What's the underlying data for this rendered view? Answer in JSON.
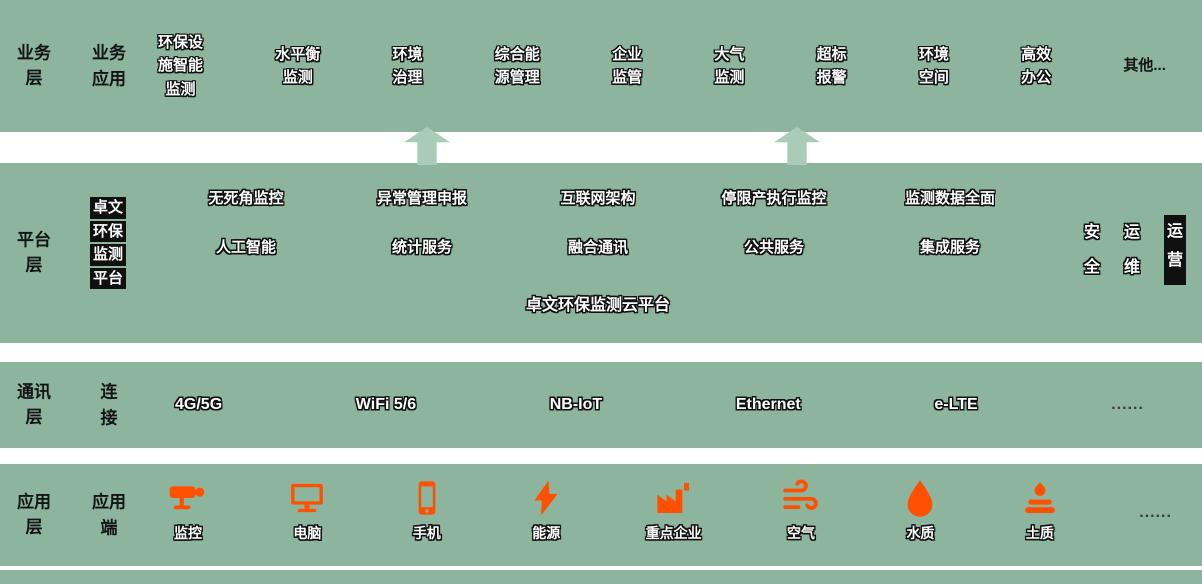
{
  "colors": {
    "band_green": "#8DB49D",
    "arrow_green": "#A9CCB7",
    "icon_orange": "#FF5000",
    "chip_black": "#101010",
    "text_dark": "#141414"
  },
  "layers": {
    "business": {
      "side_label": "业务\n层",
      "group_label": "业务\n应用",
      "items": [
        {
          "text": "环保设\n施智能\n监测"
        },
        {
          "text": "水平衡\n监测"
        },
        {
          "text": "环境\n治理"
        },
        {
          "text": "综合能\n源管理"
        },
        {
          "text": "企业\n监管"
        },
        {
          "text": "大气\n监测"
        },
        {
          "text": "超标\n报警"
        },
        {
          "text": "环境\n空间"
        },
        {
          "text": "高效\n办公"
        },
        {
          "text": "其他...",
          "style": "plain"
        }
      ]
    },
    "platform": {
      "side_label": "平台\n层",
      "brand_label_lines": [
        "卓文",
        "环保",
        "监测",
        "平台"
      ],
      "row1": [
        "无死角监控",
        "异常管理申报",
        "互联网架构",
        "停限产执行监控",
        "监测数据全面"
      ],
      "row2": [
        "人工智能",
        "统计服务",
        "融合通讯",
        "公共服务",
        "集成服务"
      ],
      "cloud_label": "卓文环保监测云平台",
      "pillars": [
        {
          "text": "安\n全"
        },
        {
          "text": "运\n维"
        },
        {
          "text": "运\n营",
          "style": "chip"
        }
      ]
    },
    "comm": {
      "side_label": "通讯\n层",
      "group_label": "连\n接",
      "items": [
        {
          "text": "4G/5G"
        },
        {
          "text": "WiFi 5/6"
        },
        {
          "text": "NB-IoT"
        },
        {
          "text": "Ethernet"
        },
        {
          "text": "e-LTE"
        },
        {
          "text": "......",
          "style": "dots"
        }
      ]
    },
    "app": {
      "side_label": "应用\n层",
      "group_label": "应用\n端",
      "items": [
        {
          "label": "监控",
          "icon": "camera"
        },
        {
          "label": "电脑",
          "icon": "computer"
        },
        {
          "label": "手机",
          "icon": "phone"
        },
        {
          "label": "能源",
          "icon": "energy"
        },
        {
          "label": "重点企业",
          "icon": "factory"
        },
        {
          "label": "空气",
          "icon": "air"
        },
        {
          "label": "水质",
          "icon": "water"
        },
        {
          "label": "土质",
          "icon": "soil"
        },
        {
          "label": "......",
          "icon": "dots",
          "style": "dots"
        }
      ]
    }
  }
}
